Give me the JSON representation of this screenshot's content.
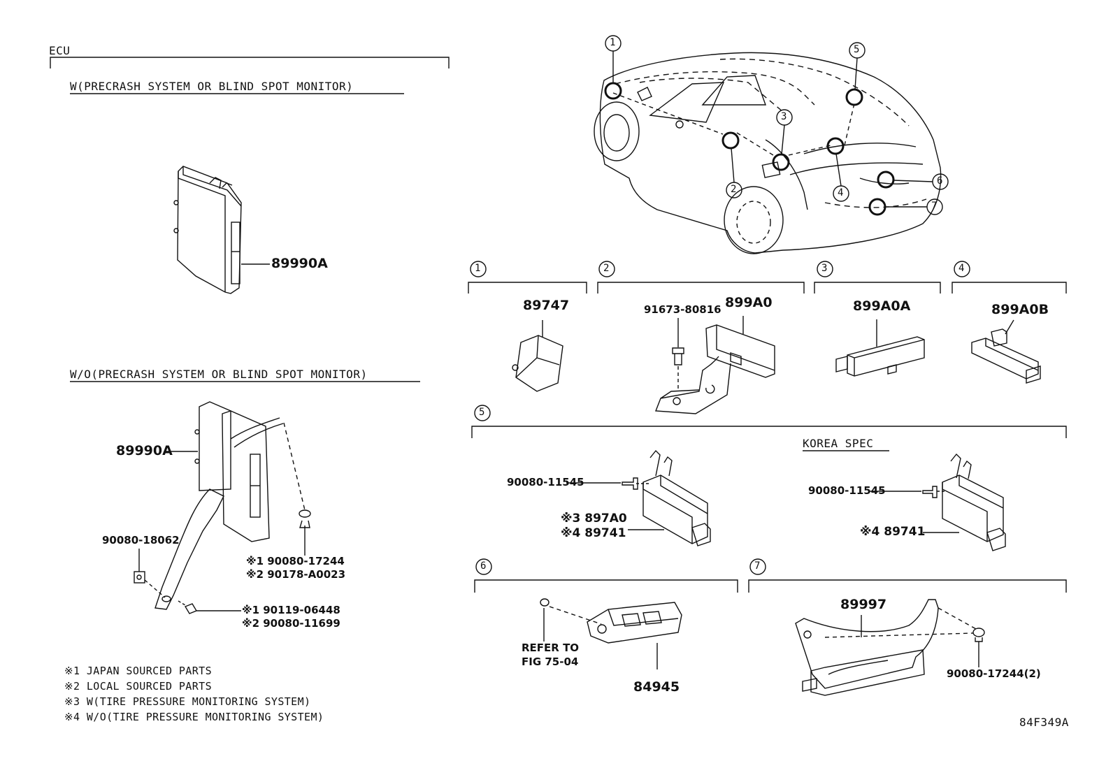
{
  "ecu": {
    "title": "ECU",
    "with_heading": "W(PRECRASH SYSTEM OR BLIND SPOT MONITOR)",
    "without_heading": "W/O(PRECRASH SYSTEM OR BLIND SPOT MONITOR)",
    "part_upper": "89990A",
    "part_lower": "89990A",
    "bracket_nut": "90080-18062",
    "clip_line1": "※1 90080-17244",
    "clip_line2": "※2 90178-A0023",
    "bolt_line1": "※1 90119-06448",
    "bolt_line2": "※2 90080-11699"
  },
  "notes": [
    "※1 JAPAN SOURCED PARTS",
    "※2 LOCAL SOURCED PARTS",
    "※3 W(TIRE PRESSURE MONITORING SYSTEM)",
    "※4 W/O(TIRE PRESSURE MONITORING SYSTEM)"
  ],
  "callouts": [
    "1",
    "2",
    "3",
    "4",
    "5",
    "6",
    "7"
  ],
  "section1": {
    "num": "1",
    "part": "89747"
  },
  "section2": {
    "num": "2",
    "part": "899A0",
    "bolt": "91673-80816"
  },
  "section3": {
    "num": "3",
    "part": "899A0A"
  },
  "section4": {
    "num": "4",
    "part": "899A0B"
  },
  "section5": {
    "num": "5",
    "bolt_left": "90080-11545",
    "part_line1": "※3 897A0",
    "part_line2": "※4 89741",
    "korea_heading": "KOREA SPEC",
    "korea_bolt": "90080-11545",
    "korea_part": "※4 89741"
  },
  "section6": {
    "num": "6",
    "part": "84945",
    "ref_line1": "REFER TO",
    "ref_line2": "FIG 75-04"
  },
  "section7": {
    "num": "7",
    "part": "89997",
    "nut": "90080-17244(2)"
  },
  "figure_code": "84F349A"
}
